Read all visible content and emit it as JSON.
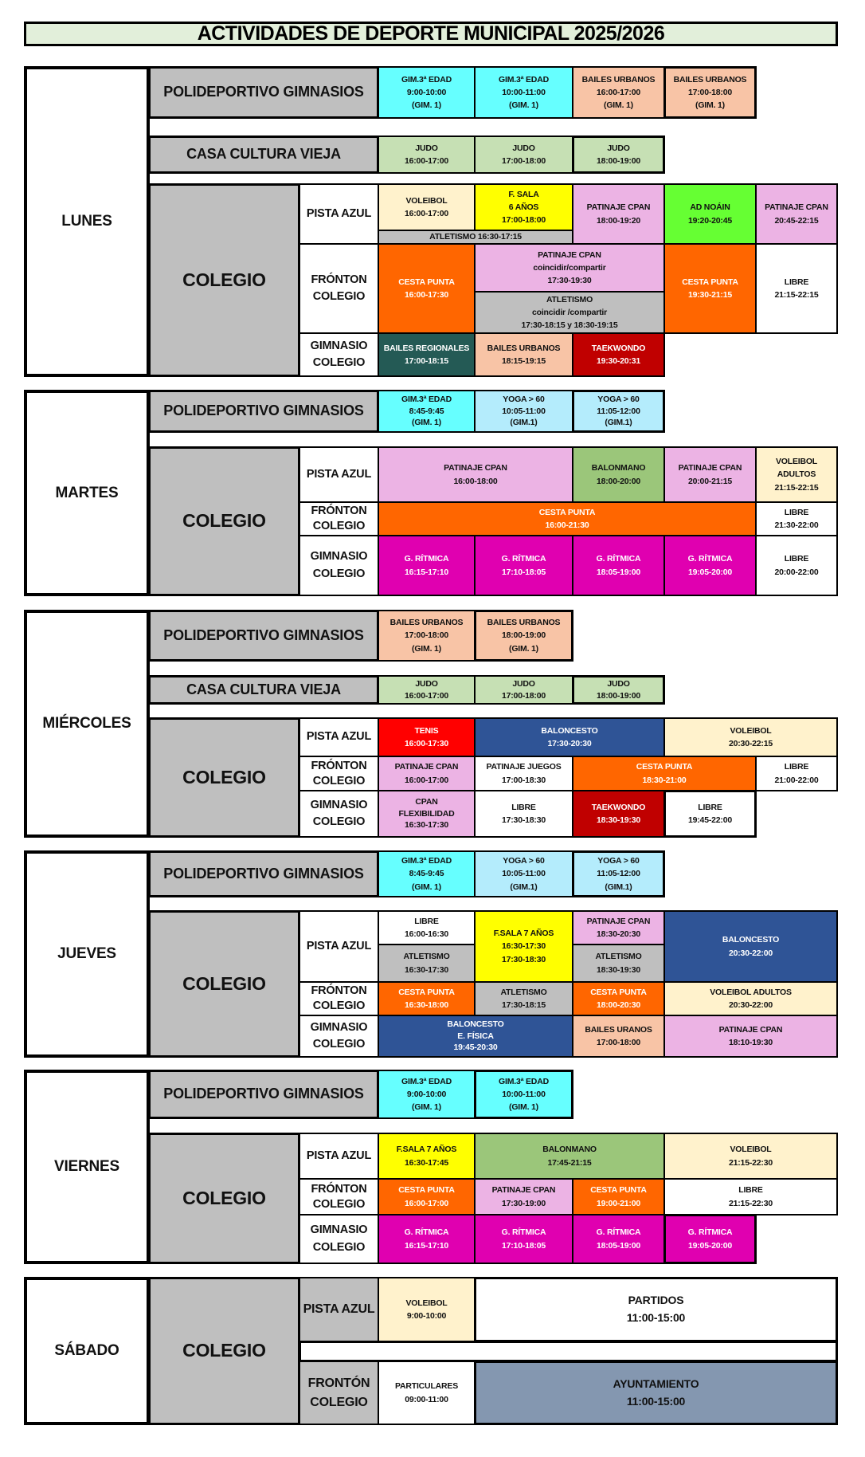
{
  "title": "ACTIVIDADES DE  DEPORTE MUNICIPAL  2025/2026",
  "labels": {
    "poli": "POLIDEPORTIVO GIMNASIOS",
    "casa": "CASA CULTURA VIEJA",
    "colegio": "COLEGIO",
    "pista": "PISTA AZUL",
    "fronton": [
      "FRÓNTON",
      "COLEGIO"
    ],
    "fronton_sab": [
      "FRONTÓN",
      "COLEGIO"
    ],
    "gimnasio": [
      "GIMNASIO",
      "COLEGIO"
    ]
  },
  "colors": {
    "gim_3a_edad": "#66ffff",
    "yoga": "#b4ecfc",
    "bailes_urbanos": "#f8c4a6",
    "judo": "#c6e0b4",
    "voleibol": "#fff2cc",
    "f_sala": "#ffff00",
    "patinaje": "#ecb3e4",
    "ad_noain": "#66ff33",
    "cesta_punta": "#ff6600",
    "atletismo": "#bfbfbf",
    "bailes_regionales": "#245a55",
    "taekwondo": "#c00000",
    "g_ritmica": "#e000b0",
    "balonmano": "#9bc67a",
    "baloncesto": "#2f5496",
    "tenis": "#ff0000",
    "ayuntamiento": "#8497b0"
  },
  "lunes": {
    "day": "LUNES",
    "poli": [
      [
        "GIM.3ª EDAD",
        "9:00-10:00",
        "(GIM. 1)"
      ],
      [
        "GIM.3ª EDAD",
        "10:00-11:00",
        "(GIM. 1)"
      ],
      [
        "BAILES URBANOS",
        "16:00-17:00",
        "(GIM. 1)"
      ],
      [
        "BAILES URBANOS",
        "17:00-18:00",
        "(GIM. 1)"
      ]
    ],
    "casa": [
      [
        "JUDO",
        "16:00-17:00"
      ],
      [
        "JUDO",
        "17:00-18:00"
      ],
      [
        "JUDO",
        "18:00-19:00"
      ]
    ],
    "pista": [
      [
        "VOLEIBOL",
        "16:00-17:00"
      ],
      [
        "F. SALA",
        "6 AÑOS",
        "17:00-18:00"
      ],
      [
        "ATLETISMO 16:30-17:15"
      ],
      [
        "PATINAJE CPAN",
        "18:00-19:20"
      ],
      [
        "AD NOÁIN",
        "19:20-20:45"
      ],
      [
        "PATINAJE CPAN",
        "20:45-22:15"
      ]
    ],
    "fronton": [
      [
        "CESTA PUNTA",
        "16:00-17:30"
      ],
      [
        "PATINAJE CPAN",
        "coincidir/compartir",
        "17:30-19:30"
      ],
      [
        "ATLETISMO",
        "coincidir /compartir",
        "17:30-18:15 y 18:30-19:15"
      ],
      [
        "CESTA PUNTA",
        "19:30-21:15"
      ],
      [
        "LIBRE",
        "21:15-22:15"
      ]
    ],
    "gimnasio": [
      [
        "BAILES REGIONALES",
        "17:00-18:15"
      ],
      [
        "BAILES URBANOS",
        "18:15-19:15"
      ],
      [
        "TAEKWONDO",
        "19:30-20:31"
      ]
    ]
  },
  "martes": {
    "day": "MARTES",
    "poli": [
      [
        "GIM.3ª EDAD",
        "8:45-9:45",
        "(GIM. 1)"
      ],
      [
        "YOGA > 60",
        "10:05-11:00",
        "(GIM.1)"
      ],
      [
        "YOGA > 60",
        "11:05-12:00",
        "(GIM.1)"
      ]
    ],
    "pista": [
      [
        "PATINAJE CPAN",
        "16:00-18:00"
      ],
      [
        "BALONMANO",
        "18:00-20:00"
      ],
      [
        "PATINAJE CPAN",
        "20:00-21:15"
      ],
      [
        "VOLEIBOL",
        "ADULTOS",
        "21:15-22:15"
      ]
    ],
    "fronton": [
      [
        "CESTA PUNTA",
        "16:00-21:30"
      ],
      [
        "LIBRE",
        "21:30-22:00"
      ]
    ],
    "gimnasio": [
      [
        "G. RÍTMICA",
        "16:15-17:10"
      ],
      [
        "G. RÍTMICA",
        "17:10-18:05"
      ],
      [
        "G. RÍTMICA",
        "18:05-19:00"
      ],
      [
        "G. RÍTMICA",
        "19:05-20:00"
      ],
      [
        "LIBRE",
        "20:00-22:00"
      ]
    ]
  },
  "miercoles": {
    "day": "MIÉRCOLES",
    "poli": [
      [
        "BAILES URBANOS",
        "17:00-18:00",
        "(GIM. 1)"
      ],
      [
        "BAILES URBANOS",
        "18:00-19:00",
        "(GIM. 1)"
      ]
    ],
    "casa": [
      [
        "JUDO",
        "16:00-17:00"
      ],
      [
        "JUDO",
        "17:00-18:00"
      ],
      [
        "JUDO",
        "18:00-19:00"
      ]
    ],
    "pista": [
      [
        "TENIS",
        "16:00-17:30"
      ],
      [
        "BALONCESTO",
        "17:30-20:30"
      ],
      [
        "VOLEIBOL",
        "20:30-22:15"
      ]
    ],
    "fronton": [
      [
        "PATINAJE CPAN",
        "16:00-17:00"
      ],
      [
        "PATINAJE JUEGOS",
        "17:00-18:30"
      ],
      [
        "CESTA PUNTA",
        "18:30-21:00"
      ],
      [
        "LIBRE",
        "21:00-22:00"
      ]
    ],
    "gimnasio": [
      [
        "CPAN",
        "FLEXIBILIDAD",
        "16:30-17:30"
      ],
      [
        "LIBRE",
        "17:30-18:30"
      ],
      [
        "TAEKWONDO",
        "18:30-19:30"
      ],
      [
        "LIBRE",
        "19:45-22:00"
      ]
    ]
  },
  "jueves": {
    "day": "JUEVES",
    "poli": [
      [
        "GIM.3ª EDAD",
        "8:45-9:45",
        "(GIM. 1)"
      ],
      [
        "YOGA > 60",
        "10:05-11:00",
        "(GIM.1)"
      ],
      [
        "YOGA > 60",
        "11:05-12:00",
        "(GIM.1)"
      ]
    ],
    "pista": [
      [
        "LIBRE",
        "16:00-16:30"
      ],
      [
        "ATLETISMO",
        "16:30-17:30"
      ],
      [
        "F.SALA 7 AÑOS",
        "16:30-17:30",
        "17:30-18:30"
      ],
      [
        "PATINAJE CPAN",
        "18:30-20:30"
      ],
      [
        "ATLETISMO",
        "18:30-19:30"
      ],
      [
        "BALONCESTO",
        "20:30-22:00"
      ]
    ],
    "fronton": [
      [
        "CESTA PUNTA",
        "16:30-18:00"
      ],
      [
        "ATLETISMO",
        "17:30-18:15"
      ],
      [
        "CESTA PUNTA",
        "18:00-20:30"
      ],
      [
        "VOLEIBOL ADULTOS",
        "20:30-22:00"
      ]
    ],
    "gimnasio": [
      [
        "BALONCESTO",
        "E. FÍSICA",
        "19:45-20:30"
      ],
      [
        "BAILES URANOS",
        "17:00-18:00"
      ],
      [
        "PATINAJE CPAN",
        "18:10-19:30"
      ]
    ]
  },
  "viernes": {
    "day": "VIERNES",
    "poli": [
      [
        "GIM.3ª EDAD",
        "9:00-10:00",
        "(GIM. 1)"
      ],
      [
        "GIM.3ª EDAD",
        "10:00-11:00",
        "(GIM. 1)"
      ]
    ],
    "pista": [
      [
        "F.SALA 7 AÑOS",
        "16:30-17:45"
      ],
      [
        "BALONMANO",
        "17:45-21:15"
      ],
      [
        "VOLEIBOL",
        "21:15-22:30"
      ]
    ],
    "fronton": [
      [
        "CESTA PUNTA",
        "16:00-17:00"
      ],
      [
        "PATINAJE CPAN",
        "17:30-19:00"
      ],
      [
        "CESTA PUNTA",
        "19:00-21:00"
      ],
      [
        "LIBRE",
        "21:15-22:30"
      ]
    ],
    "gimnasio": [
      [
        "G. RÍTMICA",
        "16:15-17:10"
      ],
      [
        "G. RÍTMICA",
        "17:10-18:05"
      ],
      [
        "G. RÍTMICA",
        "18:05-19:00"
      ],
      [
        "G. RÍTMICA",
        "19:05-20:00"
      ]
    ]
  },
  "sabado": {
    "day": "SÁBADO",
    "pista": [
      [
        "VOLEIBOL",
        "9:00-10:00"
      ],
      [
        "PARTIDOS",
        "11:00-15:00"
      ]
    ],
    "fronton": [
      [
        "PARTICULARES",
        "09:00-11:00"
      ],
      [
        "AYUNTAMIENTO",
        "11:00-15:00"
      ]
    ]
  }
}
